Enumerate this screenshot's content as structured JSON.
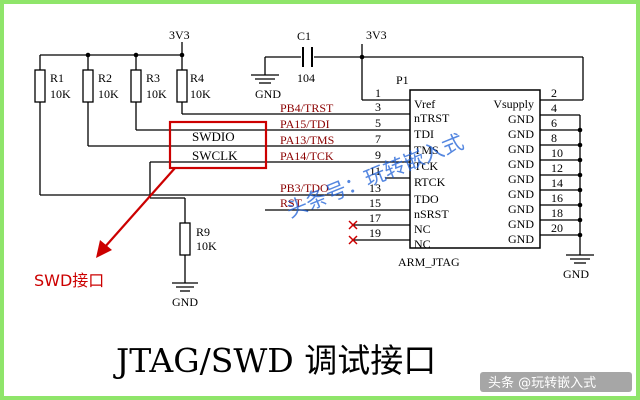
{
  "supply": {
    "r_top": "3V3",
    "c1_top": "3V3"
  },
  "resistors": [
    {
      "ref": "R1",
      "value": "10K"
    },
    {
      "ref": "R2",
      "value": "10K"
    },
    {
      "ref": "R3",
      "value": "10K"
    },
    {
      "ref": "R4",
      "value": "10K"
    }
  ],
  "r9": {
    "ref": "R9",
    "value": "10K"
  },
  "gnd_label": "GND",
  "c1": {
    "ref": "C1",
    "value": "104"
  },
  "connector": {
    "ref": "P1",
    "part": "ARM_JTAG",
    "left_pins": [
      "1",
      "3",
      "5",
      "7",
      "9",
      "11",
      "13",
      "15",
      "17",
      "19"
    ],
    "right_pins": [
      "2",
      "4",
      "6",
      "8",
      "10",
      "12",
      "14",
      "16",
      "18",
      "20"
    ],
    "left_signals": [
      "Vref",
      "nTRST",
      "TDI",
      "TMS",
      "TCK",
      "RTCK",
      "TDO",
      "nSRST",
      "NC",
      "NC"
    ],
    "right_signals": [
      "Vsupply",
      "GND",
      "GND",
      "GND",
      "GND",
      "GND",
      "GND",
      "GND",
      "GND",
      "GND"
    ]
  },
  "nets": [
    "PB4/TRST",
    "PA15/TDI",
    "PA13/TMS",
    "PA14/TCK",
    "PB3/TDO",
    "RST"
  ],
  "swd_box": {
    "line1": "SWDIO",
    "line2": "SWCLK"
  },
  "swd_callout": "SWD接口",
  "caption": "JTAG/SWD 调试接口",
  "watermark": "头条号：玩转嵌入式",
  "credit": "头条 @玩转嵌入式",
  "colors": {
    "frame": "#8fe56a",
    "highlight": "#cc0000",
    "watermark": "#1c5fd6"
  }
}
